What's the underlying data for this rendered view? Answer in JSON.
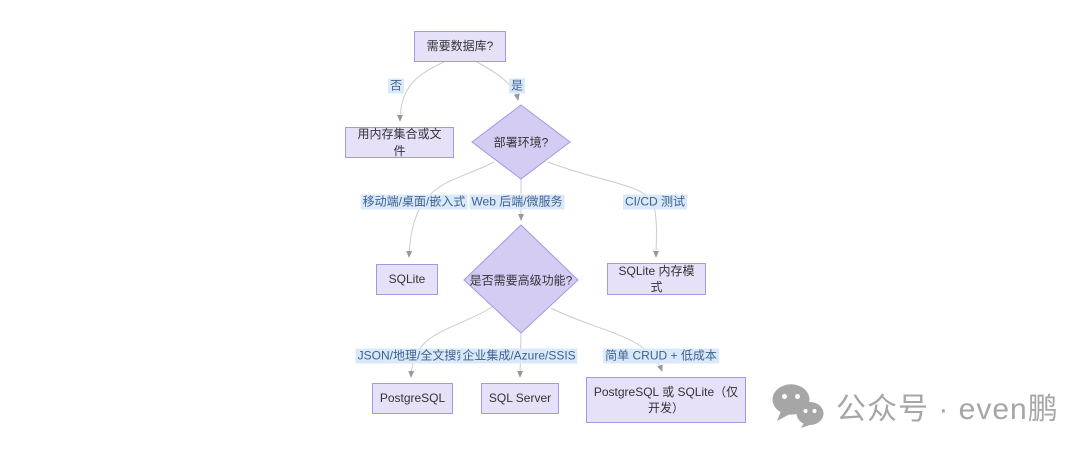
{
  "diagram": {
    "nodes": {
      "need_db": {
        "label": "需要数据库?",
        "shape": "rect"
      },
      "in_memory": {
        "label": "用内存集合或文件",
        "shape": "rect"
      },
      "deploy_env": {
        "label": "部署环境?",
        "shape": "diamond"
      },
      "sqlite": {
        "label": "SQLite",
        "shape": "rect"
      },
      "advanced_features": {
        "label": "是否需要高级功能?",
        "shape": "diamond"
      },
      "sqlite_memory": {
        "label": "SQLite 内存模式",
        "shape": "rect"
      },
      "postgresql": {
        "label": "PostgreSQL",
        "shape": "rect"
      },
      "sql_server": {
        "label": "SQL Server",
        "shape": "rect"
      },
      "pg_or_sqlite": {
        "label": "PostgreSQL 或 SQLite（仅开发）",
        "shape": "rect"
      }
    },
    "edge_labels": {
      "no": "否",
      "yes": "是",
      "mobile_desktop_embedded": "移动端/桌面/嵌入式",
      "web_backend_microservice": "Web 后端/微服务",
      "cicd_test": "CI/CD 测试",
      "json_geo_fulltext": "JSON/地理/全文搜索",
      "enterprise_azure_ssis": "企业集成/Azure/SSIS",
      "simple_crud_lowcost": "简单 CRUD + 低成本"
    },
    "colors": {
      "node_fill": "#e6e0f9",
      "diamond_fill": "#d5ccf4",
      "node_border": "#a398e2",
      "node_text": "#333333",
      "edge_line": "#cccccc",
      "arrowhead": "#999999",
      "edge_label_bg": "#d9e9f9",
      "edge_label_text": "#3f618f"
    }
  },
  "watermark": {
    "icon": "wechat-icon",
    "text": "公众号 · even鹏",
    "color": "#a6a6a6"
  }
}
